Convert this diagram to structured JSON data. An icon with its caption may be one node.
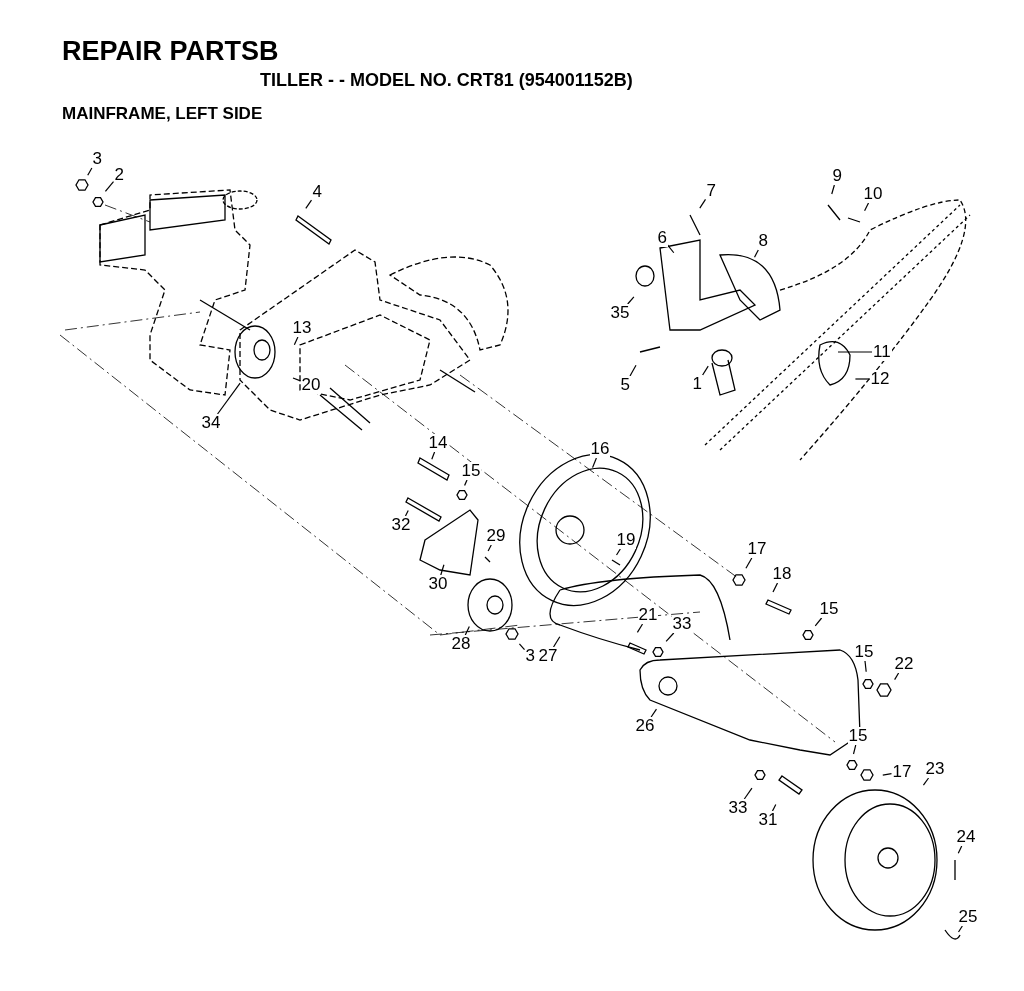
{
  "diagram": {
    "title": "REPAIR PARTSB",
    "nodes": [
      {
        "text": [
          "3"
        ]
      },
      {
        "text": [
          "2"
        ]
      },
      {
        "text": [
          "4"
        ]
      },
      {
        "text": [
          "9"
        ]
      },
      {
        "text": [
          "7"
        ]
      },
      {
        "text": [
          "10"
        ]
      },
      {
        "text": [
          "6"
        ]
      },
      {
        "text": [
          "8"
        ]
      },
      {
        "text": [
          "35"
        ]
      },
      {
        "text": [
          "13"
        ]
      },
      {
        "text": [
          "11"
        ]
      },
      {
        "text": [
          "20"
        ]
      },
      {
        "text": [
          "5"
        ]
      },
      {
        "text": [
          "1"
        ]
      },
      {
        "text": [
          "12"
        ]
      },
      {
        "text": [
          "34"
        ]
      },
      {
        "text": [
          "14"
        ]
      },
      {
        "text": [
          "16"
        ]
      },
      {
        "text": [
          "15"
        ]
      },
      {
        "text": [
          "32"
        ]
      },
      {
        "text": [
          "29"
        ]
      },
      {
        "text": [
          "19"
        ]
      },
      {
        "text": [
          "17"
        ]
      },
      {
        "text": [
          "30"
        ]
      },
      {
        "text": [
          "18"
        ]
      },
      {
        "text": [
          "15"
        ]
      },
      {
        "text": [
          "21"
        ]
      },
      {
        "text": [
          "28"
        ]
      },
      {
        "text": [
          "3"
        ]
      },
      {
        "text": [
          "33"
        ]
      },
      {
        "text": [
          "27"
        ]
      },
      {
        "text": [
          "15"
        ]
      },
      {
        "text": [
          "22"
        ]
      },
      {
        "text": [
          "26"
        ]
      },
      {
        "text": [
          "15"
        ]
      },
      {
        "text": [
          "17"
        ]
      },
      {
        "text": [
          "23"
        ]
      },
      {
        "text": [
          "33"
        ]
      },
      {
        "text": [
          "31"
        ]
      },
      {
        "text": [
          "24"
        ]
      },
      {
        "text": [
          "25"
        ]
      }
    ],
    "edges": [
      {
        "from": 0,
        "to": null,
        "arrow": "none"
      },
      {
        "from": 1,
        "to": null,
        "arrow": "none"
      },
      {
        "from": 2,
        "to": null,
        "arrow": "none"
      },
      {
        "from": 3,
        "to": null,
        "arrow": "none"
      },
      {
        "from": 4,
        "to": null,
        "arrow": "none"
      },
      {
        "from": 5,
        "to": null,
        "arrow": "none"
      },
      {
        "from": 6,
        "to": null,
        "arrow": "none"
      },
      {
        "from": 7,
        "to": null,
        "arrow": "none"
      },
      {
        "from": 8,
        "to": null,
        "arrow": "none"
      },
      {
        "from": 9,
        "to": null,
        "arrow": "none"
      },
      {
        "from": 10,
        "to": null,
        "arrow": "none"
      },
      {
        "from": 11,
        "to": null,
        "arrow": "none"
      },
      {
        "from": 12,
        "to": null,
        "arrow": "none"
      },
      {
        "from": 13,
        "to": null,
        "arrow": "none"
      },
      {
        "from": 14,
        "to": null,
        "arrow": "none"
      },
      {
        "from": 15,
        "to": null,
        "arrow": "none"
      },
      {
        "from": 16,
        "to": null,
        "arrow": "none"
      },
      {
        "from": 17,
        "to": null,
        "arrow": "none"
      },
      {
        "from": 18,
        "to": null,
        "arrow": "none"
      },
      {
        "from": 19,
        "to": null,
        "arrow": "none"
      },
      {
        "from": 20,
        "to": null,
        "arrow": "none"
      },
      {
        "from": 21,
        "to": null,
        "arrow": "none"
      },
      {
        "from": 22,
        "to": null,
        "arrow": "none"
      },
      {
        "from": 23,
        "to": null,
        "arrow": "none"
      },
      {
        "from": 24,
        "to": null,
        "arrow": "none"
      },
      {
        "from": 25,
        "to": null,
        "arrow": "none"
      },
      {
        "from": 26,
        "to": null,
        "arrow": "none"
      },
      {
        "from": 27,
        "to": null,
        "arrow": "none"
      },
      {
        "from": 28,
        "to": null,
        "arrow": "none"
      },
      {
        "from": 29,
        "to": null,
        "arrow": "none"
      },
      {
        "from": 30,
        "to": null,
        "arrow": "none"
      },
      {
        "from": 31,
        "to": null,
        "arrow": "none"
      },
      {
        "from": 32,
        "to": null,
        "arrow": "none"
      },
      {
        "from": 33,
        "to": null,
        "arrow": "none"
      },
      {
        "from": 34,
        "to": null,
        "arrow": "none"
      },
      {
        "from": 35,
        "to": null,
        "arrow": "none"
      },
      {
        "from": 36,
        "to": null,
        "arrow": "none"
      },
      {
        "from": 37,
        "to": null,
        "arrow": "none"
      },
      {
        "from": 38,
        "to": null,
        "arrow": "none"
      },
      {
        "from": 39,
        "to": null,
        "arrow": "none"
      },
      {
        "from": 40,
        "to": null,
        "arrow": "none"
      }
    ],
    "labels": [
      "TILLER - - MODEL NO. CRT81 (954001152B)",
      "MAINFRAME, LEFT SIDE"
    ]
  }
}
